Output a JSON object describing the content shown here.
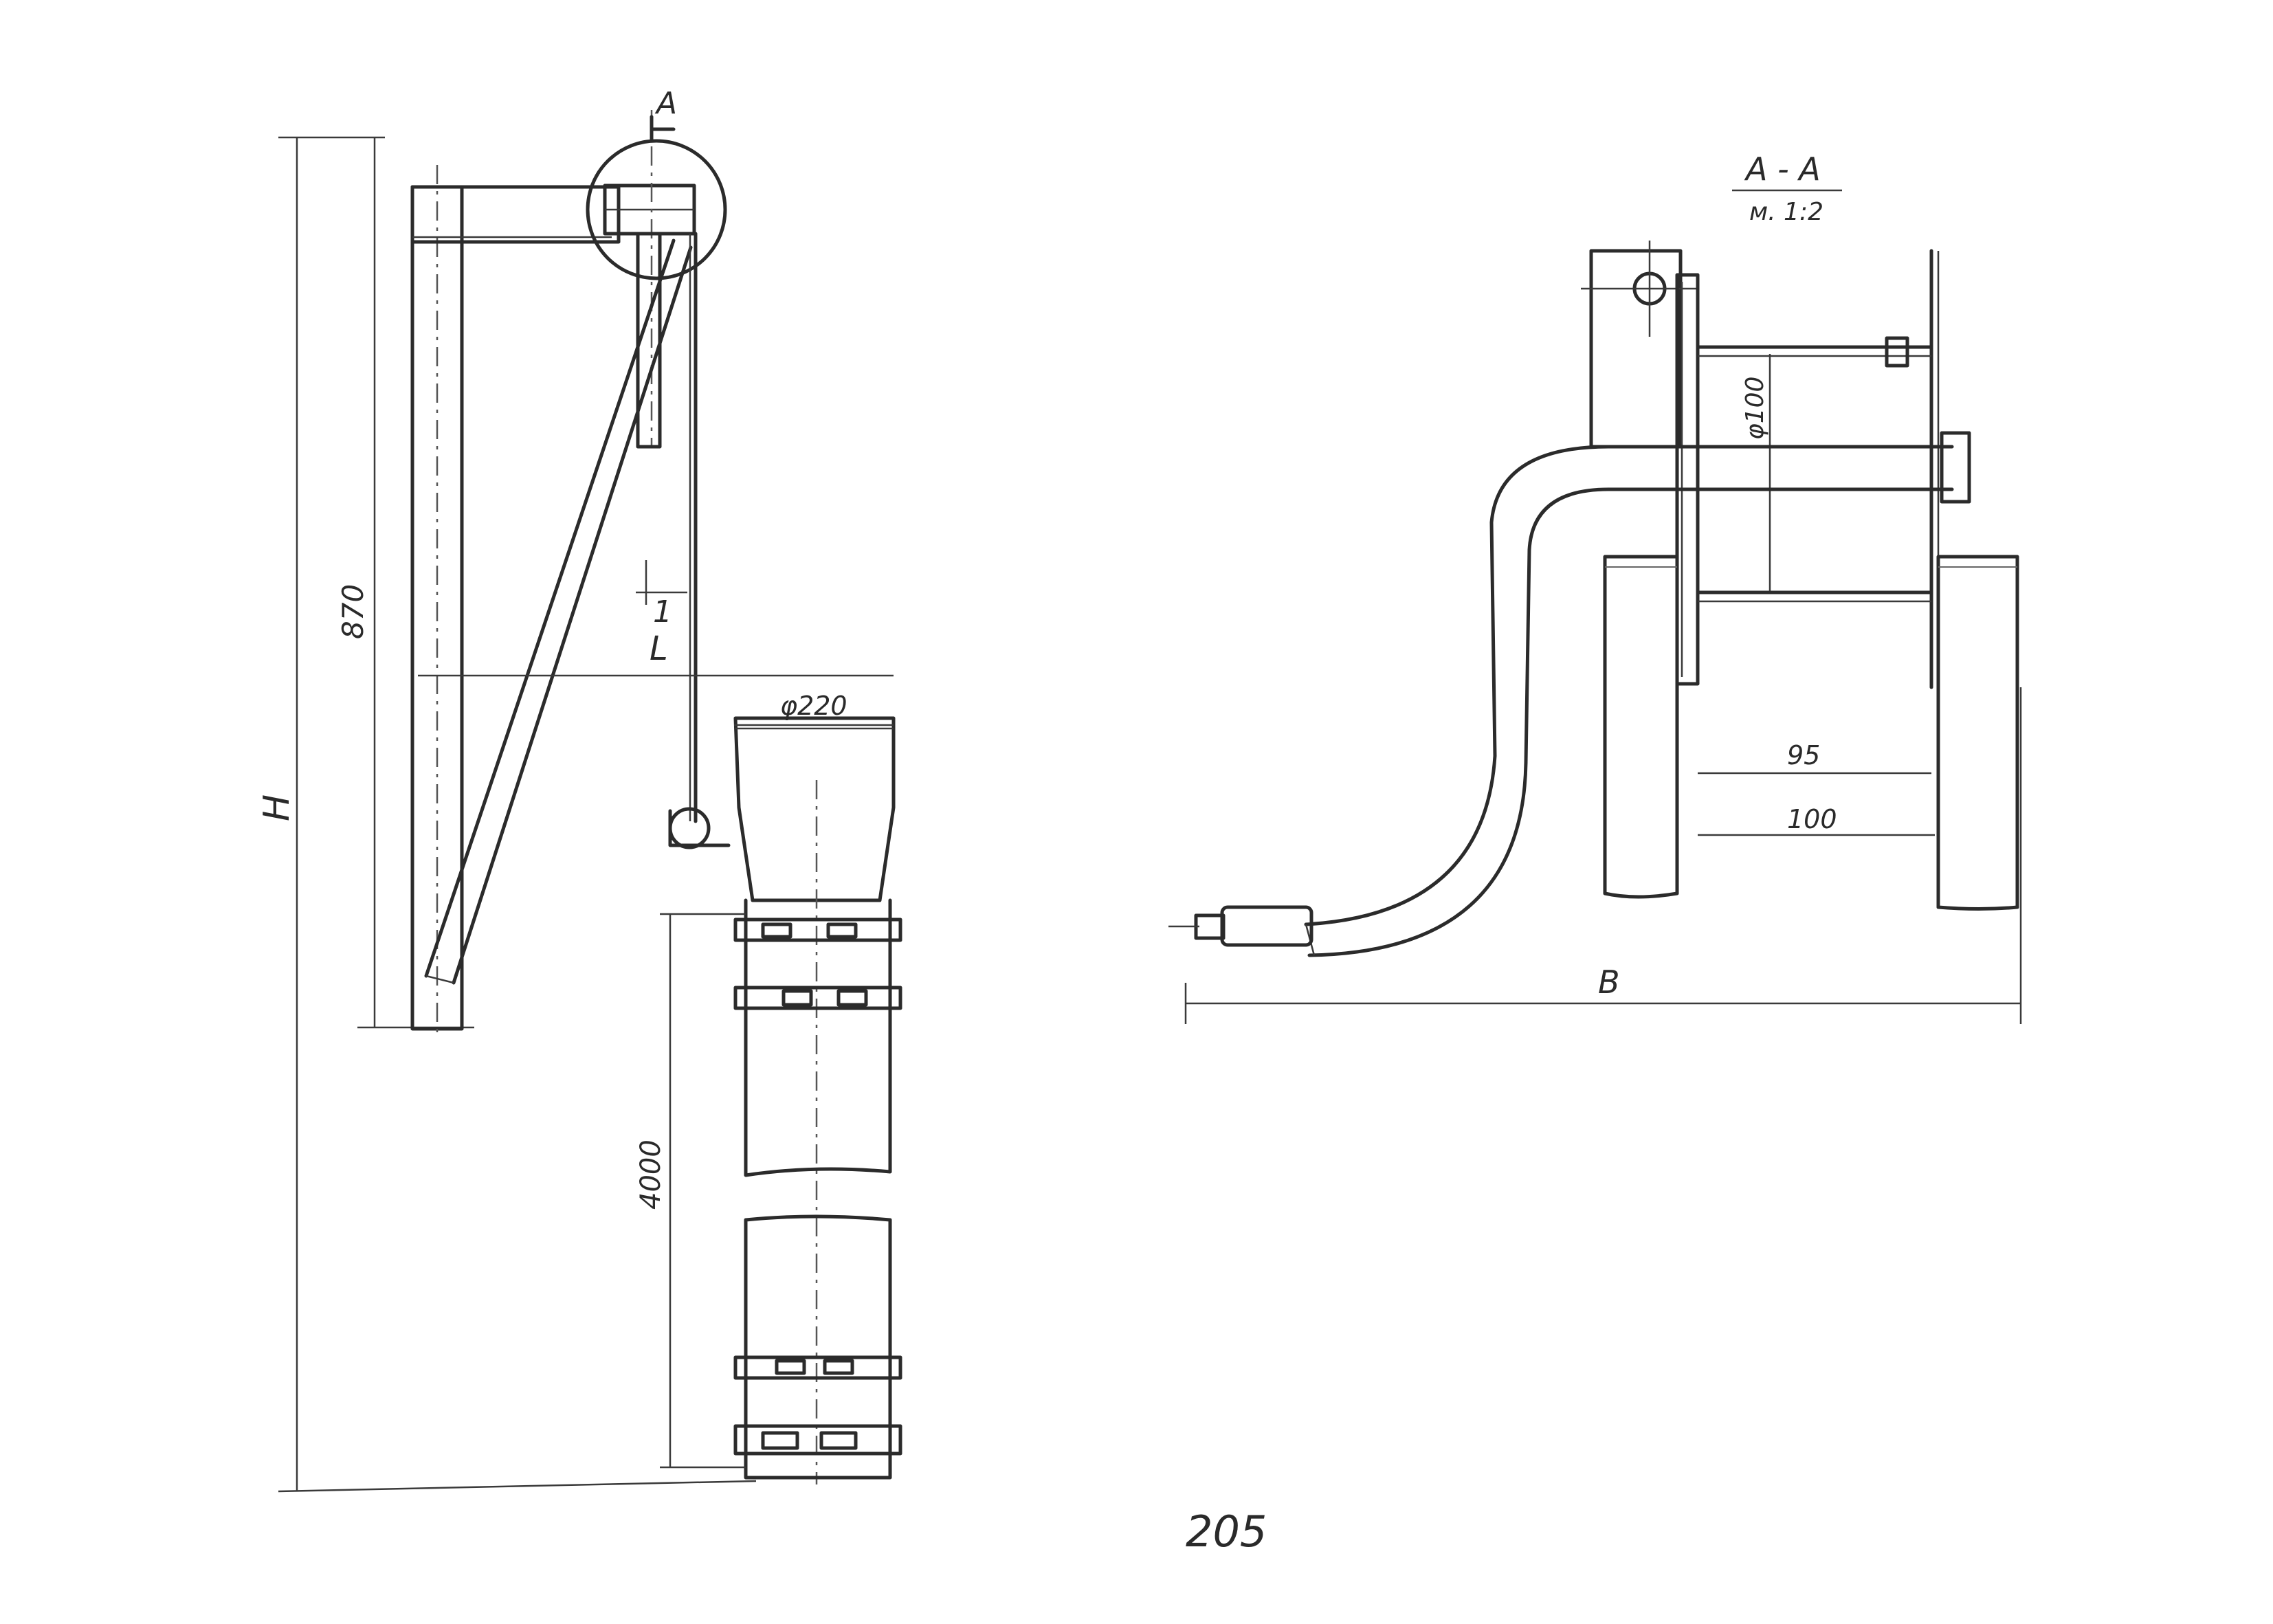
{
  "page_number": "205",
  "section_label": "A",
  "section": {
    "title": "A - A",
    "scale": "м. 1:2"
  },
  "dims": {
    "overall_height": "H",
    "mast_height": "870",
    "small_offset": "1",
    "arm_reach": "L",
    "nozzle_diameter": "φ220",
    "hose_length": "4000",
    "pipe_diameter": "φ100",
    "inner_width": "95",
    "outer_width": "100",
    "overall_width": "B"
  }
}
